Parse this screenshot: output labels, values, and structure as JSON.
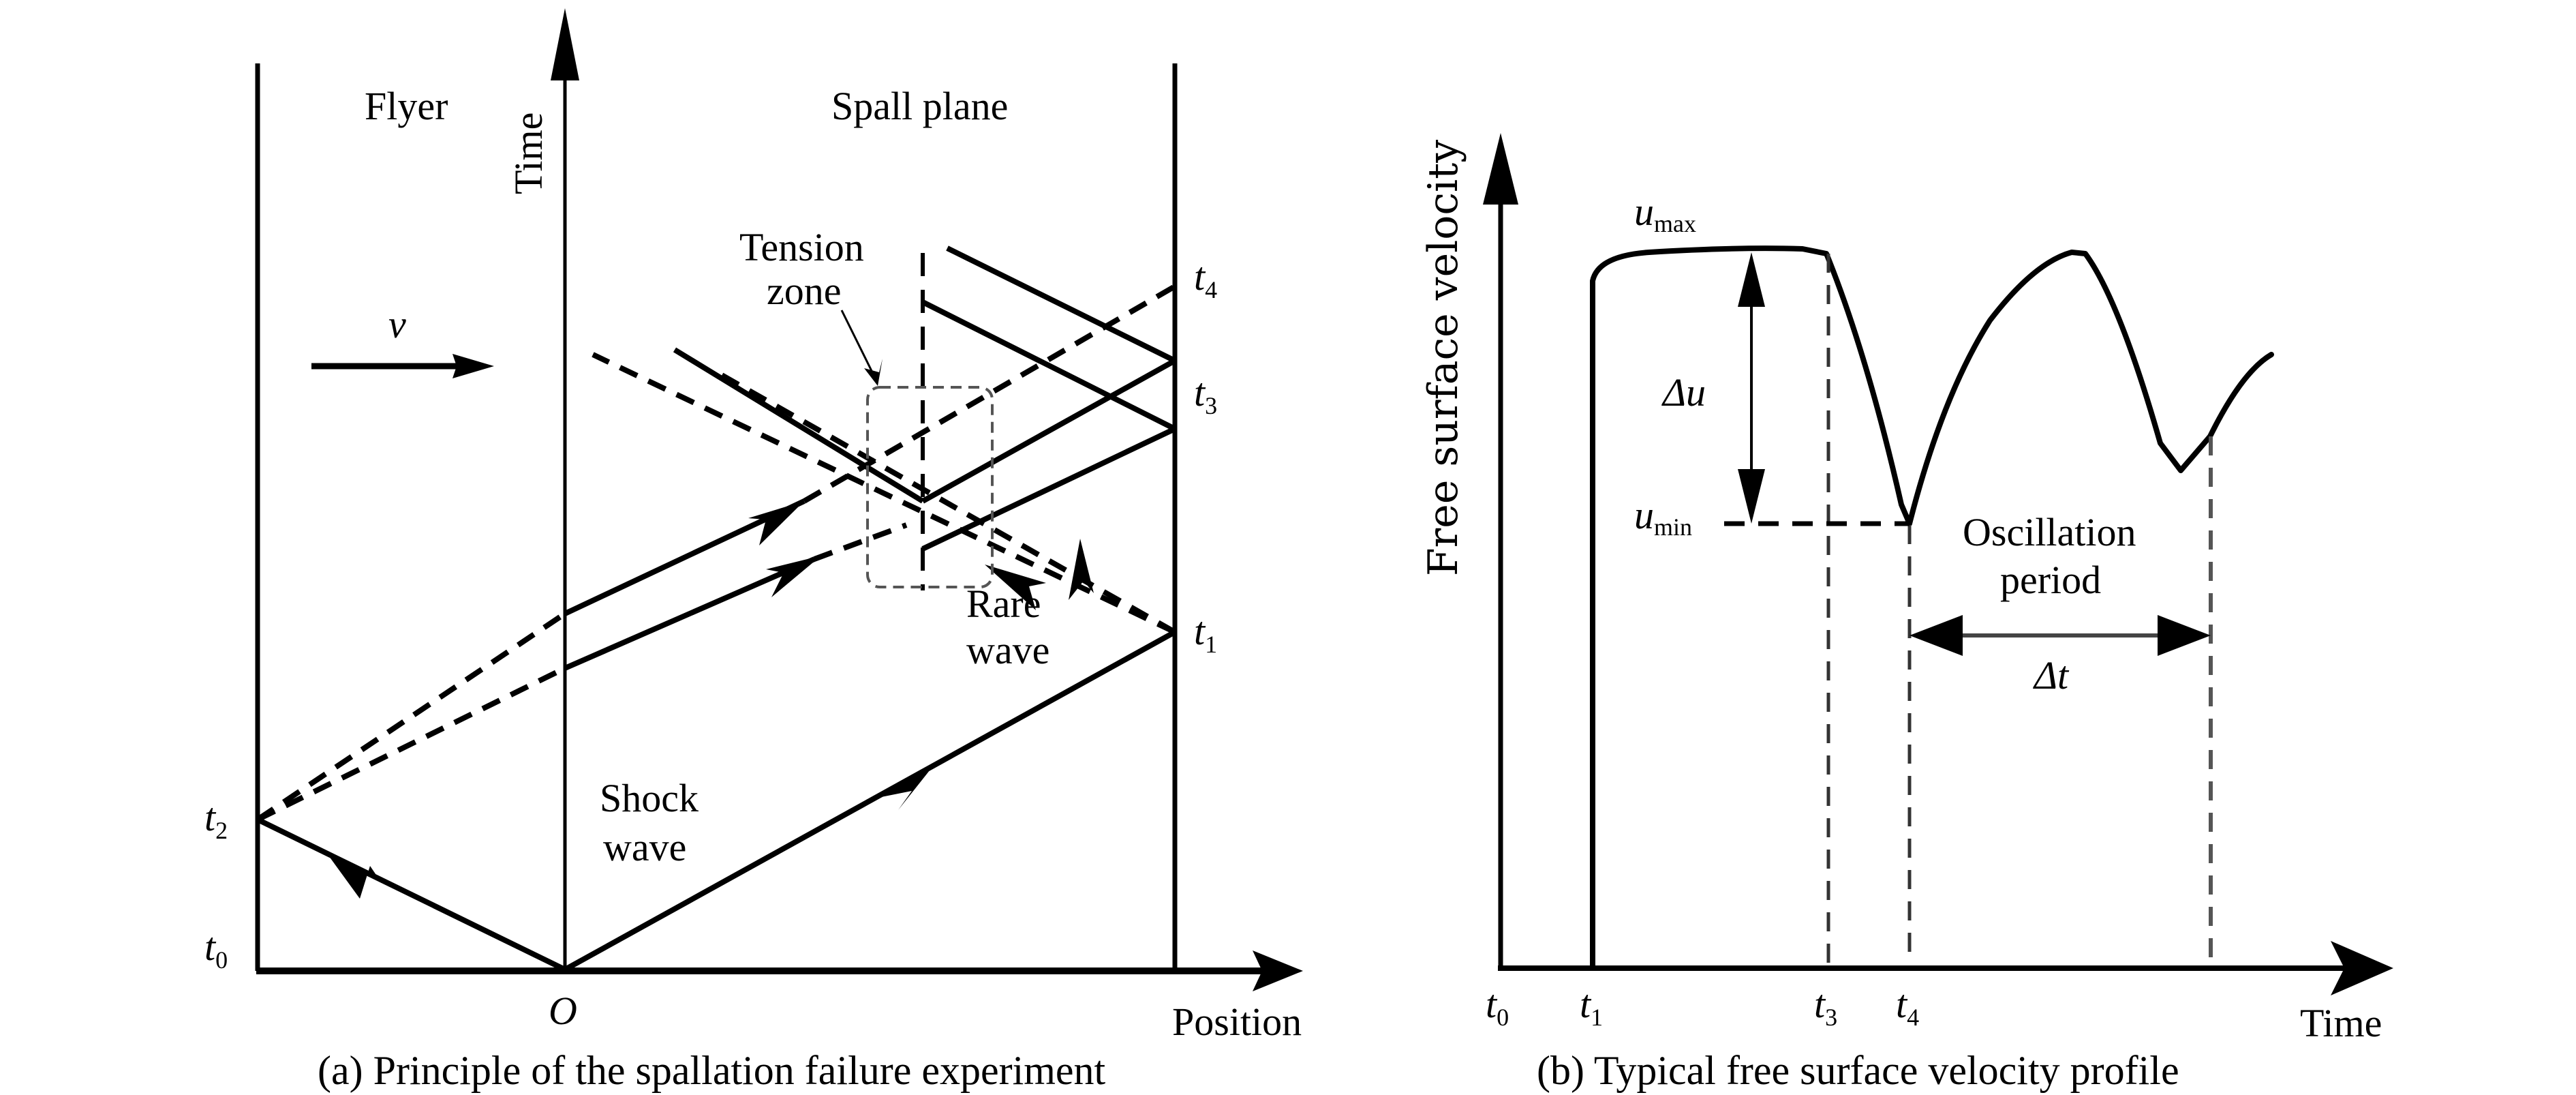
{
  "figure": {
    "panel_a": {
      "caption": "(a) Principle of the spallation failure experiment",
      "labels": {
        "flyer": "Flyer",
        "spall_plane": "Spall plane",
        "time_axis": "Time",
        "position_axis": "Position",
        "origin": "O",
        "velocity": "v",
        "tension_zone_line1": "Tension",
        "tension_zone_line2": "zone",
        "rare_wave_line1": "Rare",
        "rare_wave_line2": "wave",
        "shock_wave_line1": "Shock",
        "shock_wave_line2": "wave"
      },
      "time_marks": [
        {
          "base": "t",
          "sub": "0"
        },
        {
          "base": "t",
          "sub": "1"
        },
        {
          "base": "t",
          "sub": "2"
        },
        {
          "base": "t",
          "sub": "3"
        },
        {
          "base": "t",
          "sub": "4"
        }
      ]
    },
    "panel_b": {
      "caption": "(b) Typical free surface velocity profile",
      "labels": {
        "y_axis": "Free surface velocity",
        "x_axis": "Time",
        "u_max_base": "u",
        "u_max_sub": "max",
        "u_min_base": "u",
        "u_min_sub": "min",
        "delta_u": "Δu",
        "delta_t": "Δt",
        "oscillation_line1": "Oscillation",
        "oscillation_line2": "period"
      },
      "time_ticks": [
        {
          "base": "t",
          "sub": "0"
        },
        {
          "base": "t",
          "sub": "1"
        },
        {
          "base": "t",
          "sub": "3"
        },
        {
          "base": "t",
          "sub": "4"
        }
      ]
    }
  }
}
